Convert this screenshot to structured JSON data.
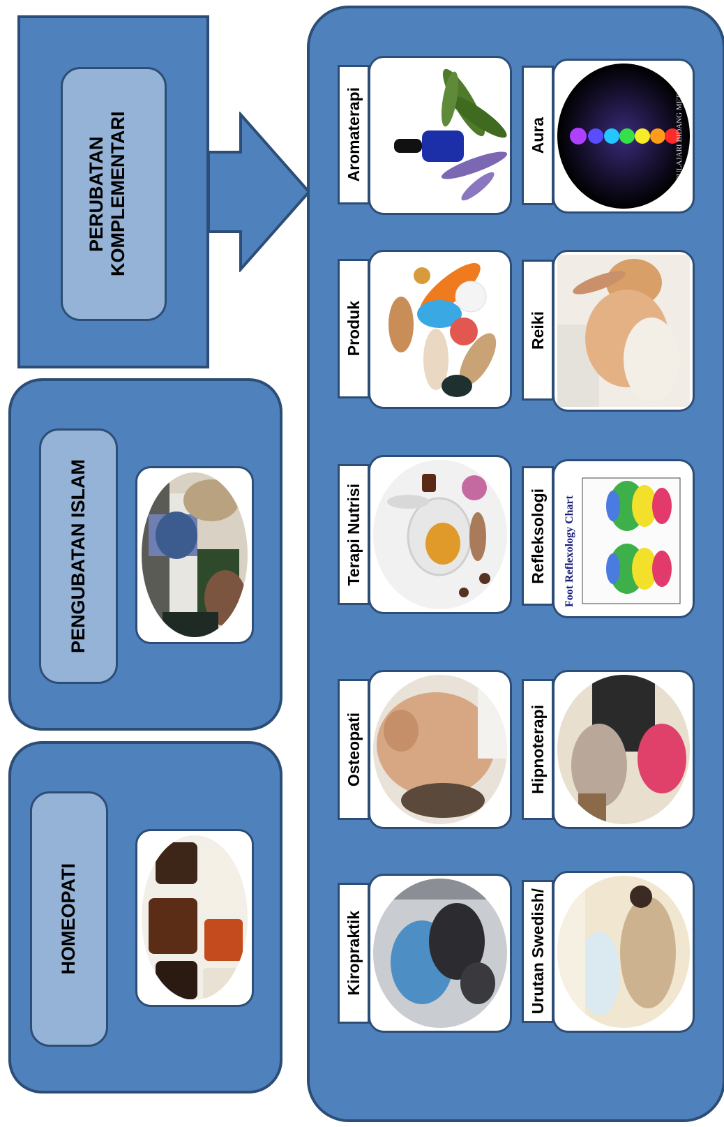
{
  "diagram": {
    "colors": {
      "panel": "#4f81bd",
      "outline": "#2c4d75",
      "label_box": "#95b3d7"
    },
    "perubatan": {
      "title": "PERUBATAN KOMPLEMENTARI"
    },
    "pengubatan": {
      "title": "PENGUBATAN ISLAM"
    },
    "homeopati": {
      "title": "HOMEOPATI"
    },
    "therapies": [
      {
        "label": "Aromaterapi"
      },
      {
        "label": "Produk"
      },
      {
        "label": "Terapi Nutrisi"
      },
      {
        "label": "Osteopati"
      },
      {
        "label": "Kiropraktik"
      },
      {
        "label": "Aura"
      },
      {
        "label": "Reiki"
      },
      {
        "label": "Refleksologi"
      },
      {
        "label": "Hipnoterapi"
      },
      {
        "label": "Urutan Swedish/"
      }
    ],
    "image_text": {
      "aura_caption": "PEMPULAJARI BIDANG METAFIZIK",
      "reflexology_chart_title": "Foot Reflexology Chart"
    }
  }
}
